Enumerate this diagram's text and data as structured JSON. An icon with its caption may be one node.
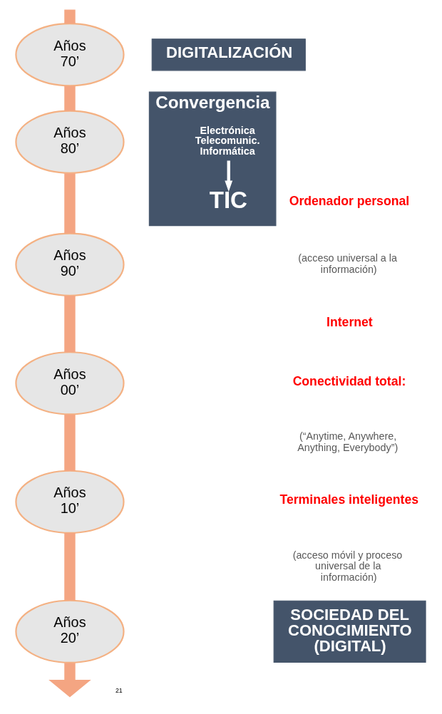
{
  "diagram": {
    "nodes": [
      {
        "text": [
          "Años 70’"
        ]
      },
      {
        "text": [
          "DIGITALIZACIÓN"
        ]
      },
      {
        "text": [
          "Años 80’"
        ]
      },
      {
        "text": [
          "Convergencia"
        ]
      },
      {
        "text": [
          "Electrónica Telecomunic. Informática"
        ],
        "in": 3
      },
      {
        "text": [
          "TIC"
        ],
        "in": 3
      },
      {
        "text": [
          "Años 90’"
        ]
      },
      {
        "text": [
          "Años 00’"
        ]
      },
      {
        "text": [
          "Años 10’"
        ]
      },
      {
        "text": [
          "Años 20’"
        ]
      },
      {
        "text": [
          "SOCIEDAD DEL CONOCIMIENTO (DIGITAL)"
        ]
      }
    ],
    "edges": [
      {
        "from": null,
        "to": 0,
        "arrow": "none"
      },
      {
        "from": 0,
        "to": 2,
        "arrow": "none"
      },
      {
        "from": 2,
        "to": 6,
        "arrow": "none"
      },
      {
        "from": 6,
        "to": 7,
        "arrow": "none"
      },
      {
        "from": 7,
        "to": 8,
        "arrow": "none"
      },
      {
        "from": 8,
        "to": 9,
        "arrow": "none"
      },
      {
        "from": 9,
        "to": null,
        "arrow": "to"
      },
      {
        "from": 4,
        "to": 5,
        "arrow": "to",
        "color": "#ffffff"
      }
    ],
    "labels": [
      "Ordenador personal",
      "(acceso universal a la información)",
      "Internet",
      "Conectividad total:",
      "(“Anytime, Anywhere, Anything, Everybody”)",
      "Terminales inteligentes",
      "(acceso móvil y proceso universal de la información)",
      "21"
    ]
  }
}
